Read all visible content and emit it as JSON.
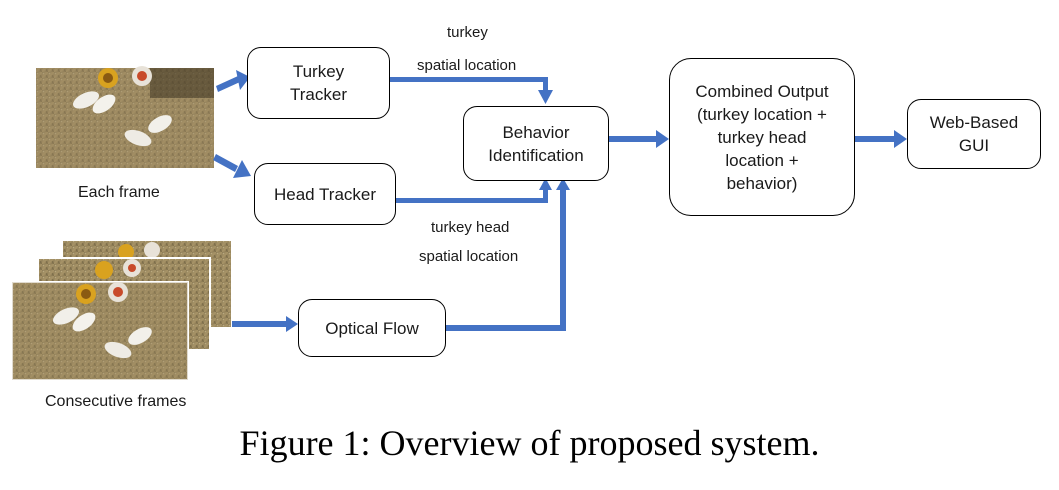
{
  "diagram": {
    "nodes": {
      "turkey_tracker": "Turkey\nTracker",
      "head_tracker": "Head Tracker",
      "optical_flow": "Optical Flow",
      "behavior_identification": "Behavior\nIdentification",
      "combined_output": "Combined Output\n(turkey location +\nturkey head\nlocation +\nbehavior)",
      "web_gui": "Web-Based\nGUI"
    },
    "edge_labels": {
      "turkey_line1": "turkey",
      "turkey_line2": "spatial location",
      "head_line1": "turkey head",
      "head_line2": "spatial location"
    },
    "image_labels": {
      "each_frame": "Each frame",
      "consecutive_frames": "Consecutive frames"
    },
    "caption": "Figure 1: Overview of proposed system.",
    "colors": {
      "arrow": "#4472c4",
      "box_border": "#000000"
    }
  }
}
